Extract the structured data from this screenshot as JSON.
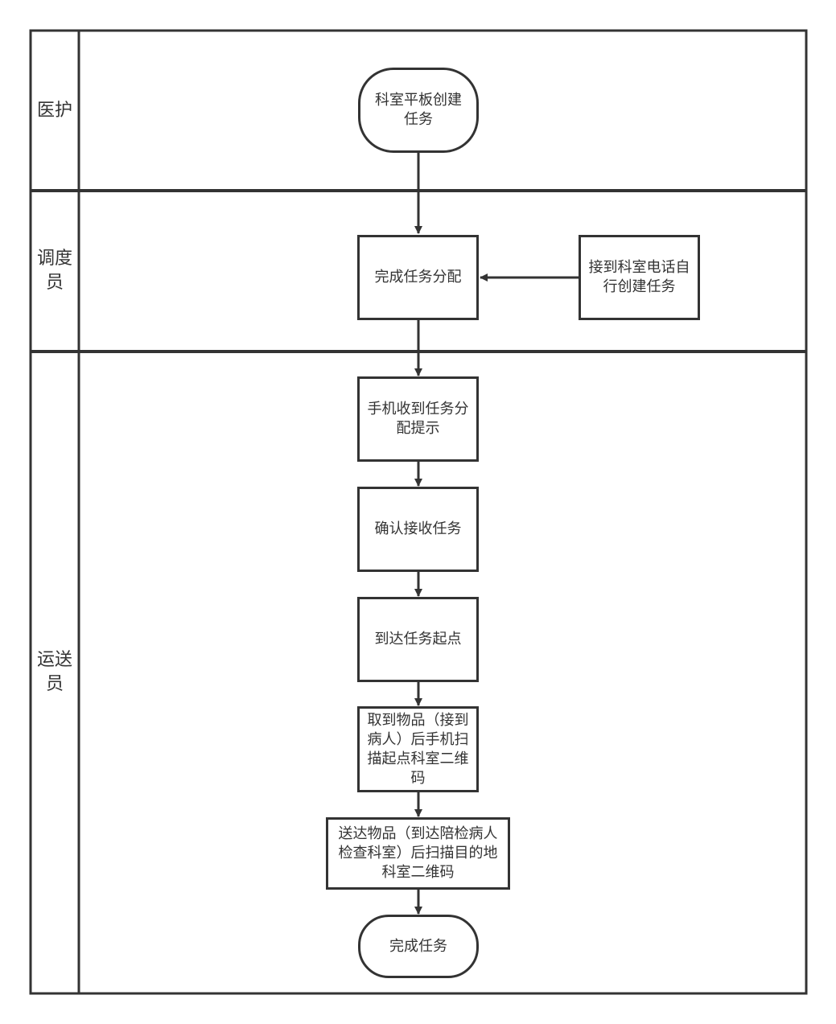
{
  "lanes": [
    {
      "id": "medical",
      "label": "医护"
    },
    {
      "id": "dispatcher",
      "label": "调度员"
    },
    {
      "id": "transporter",
      "label": "运送员"
    }
  ],
  "nodes": {
    "start": "科室平板创建任务",
    "assign": "完成任务分配",
    "phone_create": "接到科室电话自行创建任务",
    "notify": "手机收到任务分配提示",
    "accept": "确认接收任务",
    "arrive": "到达任务起点",
    "pickup": "取到物品（接到病人）后手机扫描起点科室二维码",
    "deliver": "送达物品（到达陪检病人检查科室）后扫描目的地科室二维码",
    "end": "完成任务"
  },
  "colors": {
    "stroke": "#333333",
    "text": "#333333",
    "background": "#ffffff"
  }
}
